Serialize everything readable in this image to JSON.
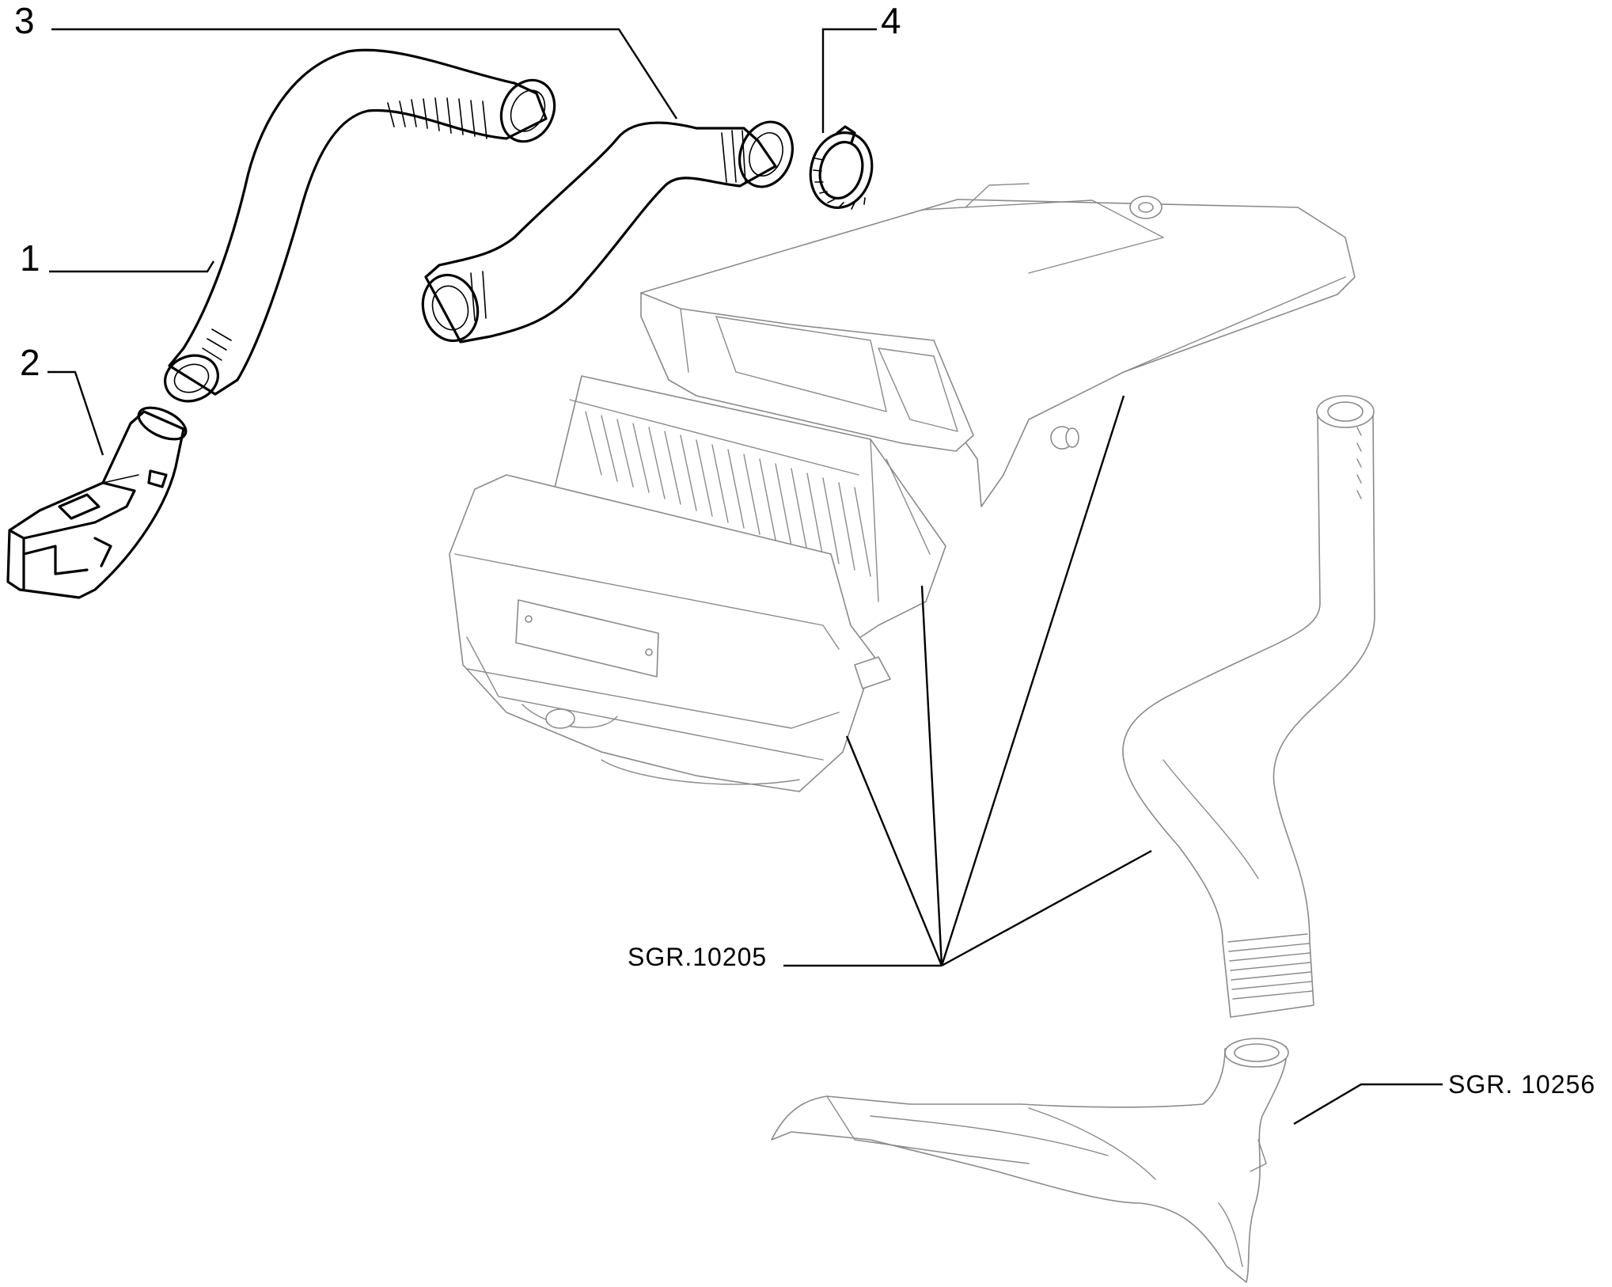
{
  "callouts": {
    "c1": "1",
    "c2": "2",
    "c3": "3",
    "c4": "4",
    "ref_a": "SGR.10205",
    "ref_b": "SGR. 10256"
  }
}
